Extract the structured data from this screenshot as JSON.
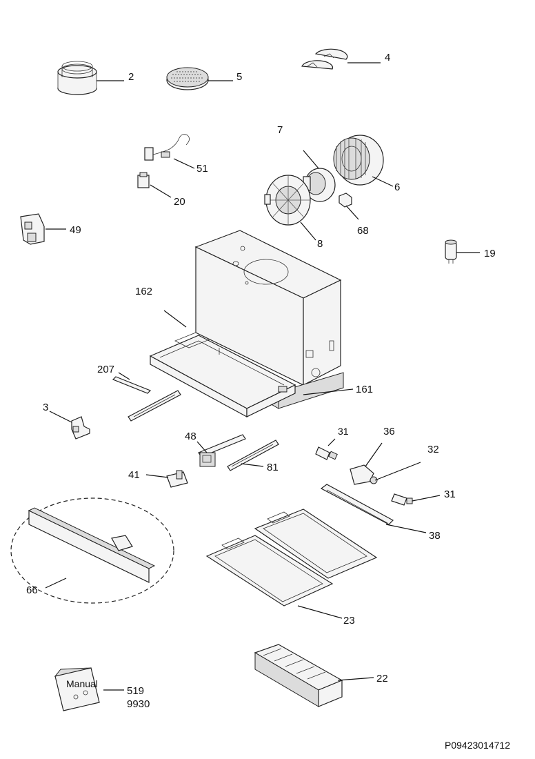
{
  "labels": {
    "l2": "2",
    "l5": "5",
    "l4": "4",
    "l7": "7",
    "l6": "6",
    "l51": "51",
    "l20": "20",
    "l49": "49",
    "l68": "68",
    "l8": "8",
    "l19": "19",
    "l162": "162",
    "l161": "161",
    "l207": "207",
    "l3": "3",
    "l48": "48",
    "l81": "81",
    "l41": "41",
    "l31a": "31",
    "l36": "36",
    "l32": "32",
    "l31b": "31",
    "l38": "38",
    "l66": "66",
    "l23": "23",
    "l22": "22",
    "l519": "519",
    "l9930": "9930"
  },
  "bag_text": "Manual",
  "drawing_code": "P09423014712"
}
